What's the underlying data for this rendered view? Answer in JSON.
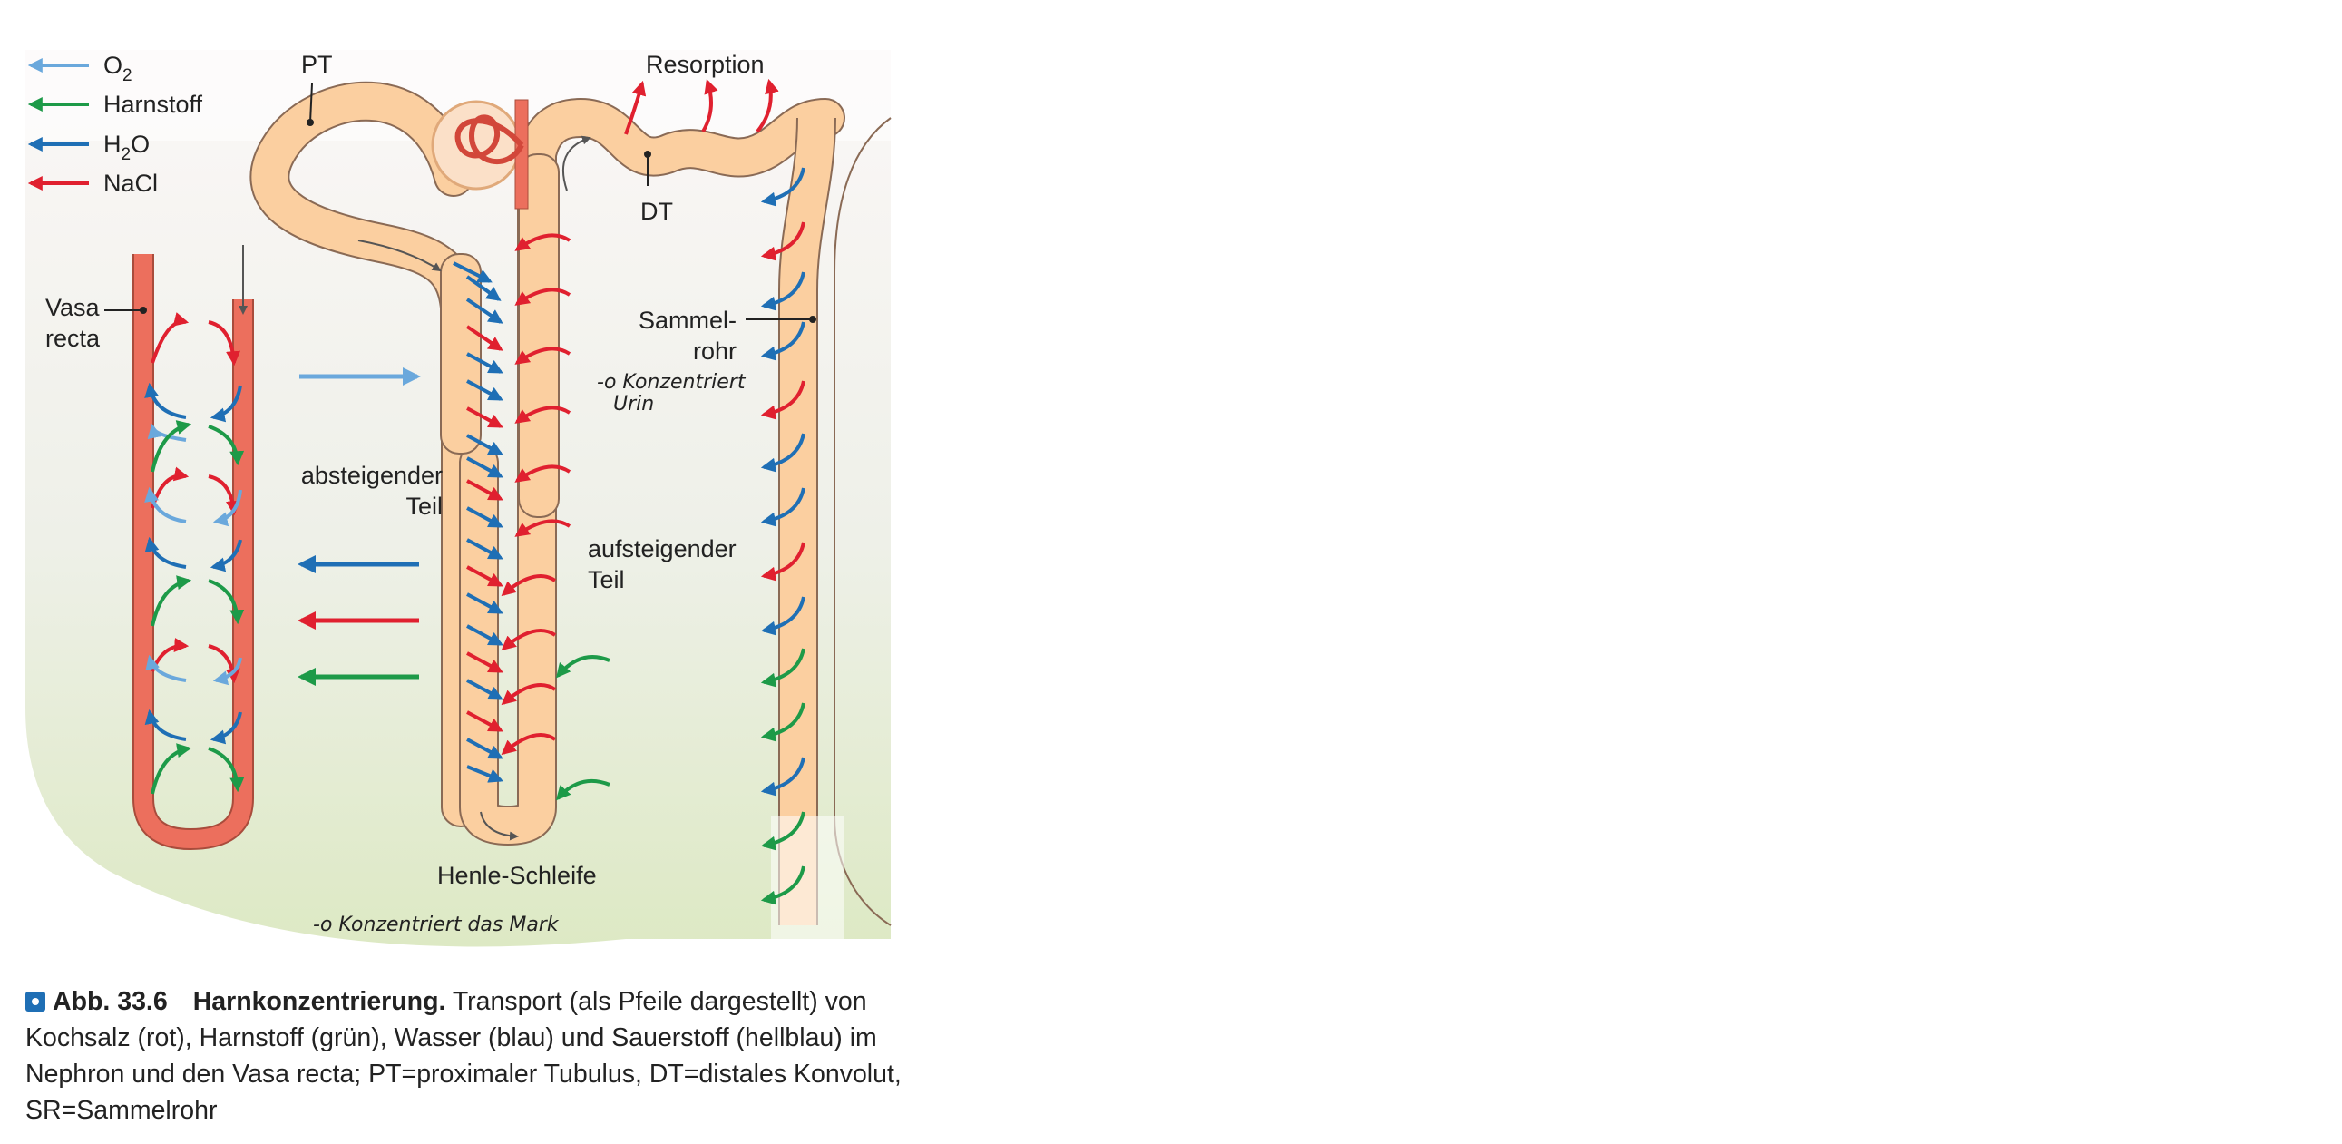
{
  "legend": [
    {
      "label": "O",
      "sub": "2",
      "color": "#6aa8dc"
    },
    {
      "label": "Harnstoff",
      "sub": "",
      "color": "#1d9a48"
    },
    {
      "label": "H",
      "sub": "2",
      "suffix": "O",
      "color": "#1f6fb5"
    },
    {
      "label": "NaCl",
      "sub": "",
      "color": "#e0202f"
    }
  ],
  "labels": {
    "pt": "PT",
    "resorption": "Resorption",
    "dt": "DT",
    "vasa_recta_1": "Vasa",
    "vasa_recta_2": "recta",
    "sammelrohr_1": "Sammel-",
    "sammelrohr_2": "rohr",
    "absteigender_1": "absteigender",
    "absteigender_2": "Teil",
    "aufsteigender_1": "aufsteigender",
    "aufsteigender_2": "Teil",
    "henle": "Henle-Schleife"
  },
  "handwritten": {
    "note1_line1": "-o Konzentriert",
    "note1_line2": "Urin",
    "note2": "-o Konzentriert das Mark"
  },
  "caption": {
    "fig_num": "Abb. 33.6",
    "title": "Harnkonzentrierung.",
    "text": " Transport (als Pfeile dargestellt) von Kochsalz (rot), Harnstoff (grün), Wasser (blau) und Sauerstoff (hellblau) im Nephron und den Vasa recta; PT=proximaler Tubulus, DT=distales Konvolut, SR=Sammelrohr"
  },
  "colors": {
    "red": "#e0202f",
    "green": "#1d9a48",
    "blue": "#1f6fb5",
    "lightblue": "#6aa8dc",
    "tubule": "#fbcfa0",
    "tubule_edge": "#8a6a55",
    "vessel": "#ec6f5d"
  }
}
